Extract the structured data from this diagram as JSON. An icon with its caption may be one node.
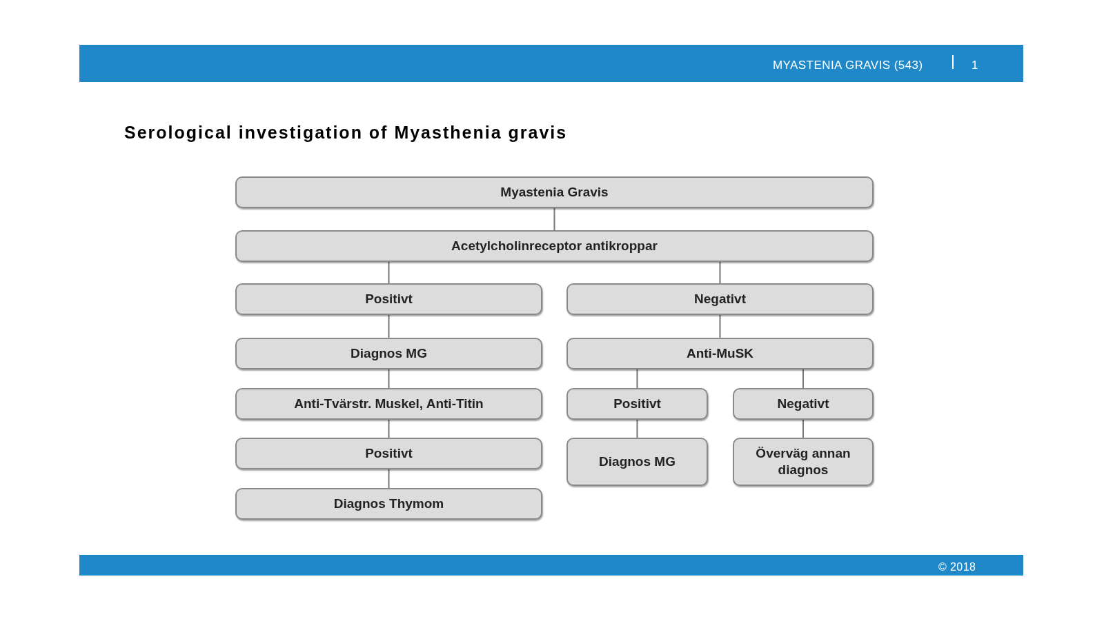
{
  "diagram": {
    "title": "Serological investigation of Myasthenia gravis",
    "nodes": [
      {
        "text": [
          "Myastenia Gravis"
        ]
      },
      {
        "text": [
          "Acetylcholinreceptor antikroppar"
        ]
      },
      {
        "text": [
          "Positivt"
        ]
      },
      {
        "text": [
          "Negativt"
        ]
      },
      {
        "text": [
          "Diagnos MG"
        ]
      },
      {
        "text": [
          "Anti-MuSK"
        ]
      },
      {
        "text": [
          "Anti-Tvärstr. Muskel, Anti-Titin"
        ]
      },
      {
        "text": [
          "Positivt"
        ]
      },
      {
        "text": [
          "Negativt"
        ]
      },
      {
        "text": [
          "Positivt"
        ]
      },
      {
        "text": [
          "Diagnos MG"
        ]
      },
      {
        "text": [
          "Överväg annan diagnos"
        ]
      },
      {
        "text": [
          "Diagnos Thymom"
        ]
      }
    ],
    "edges": [
      {
        "from": 0,
        "to": 1,
        "arrow": "none"
      },
      {
        "from": 1,
        "to": 2,
        "arrow": "none"
      },
      {
        "from": 1,
        "to": 3,
        "arrow": "none"
      },
      {
        "from": 2,
        "to": 4,
        "arrow": "none"
      },
      {
        "from": 3,
        "to": 5,
        "arrow": "none"
      },
      {
        "from": 4,
        "to": 6,
        "arrow": "none"
      },
      {
        "from": 5,
        "to": 7,
        "arrow": "none"
      },
      {
        "from": 5,
        "to": 8,
        "arrow": "none"
      },
      {
        "from": 6,
        "to": 9,
        "arrow": "none"
      },
      {
        "from": 7,
        "to": 10,
        "arrow": "none"
      },
      {
        "from": 8,
        "to": 11,
        "arrow": "none"
      },
      {
        "from": 9,
        "to": 12,
        "arrow": "none"
      }
    ],
    "labels": [
      "MYASTENIA GRAVIS (543)",
      "1",
      "© 2018"
    ]
  }
}
